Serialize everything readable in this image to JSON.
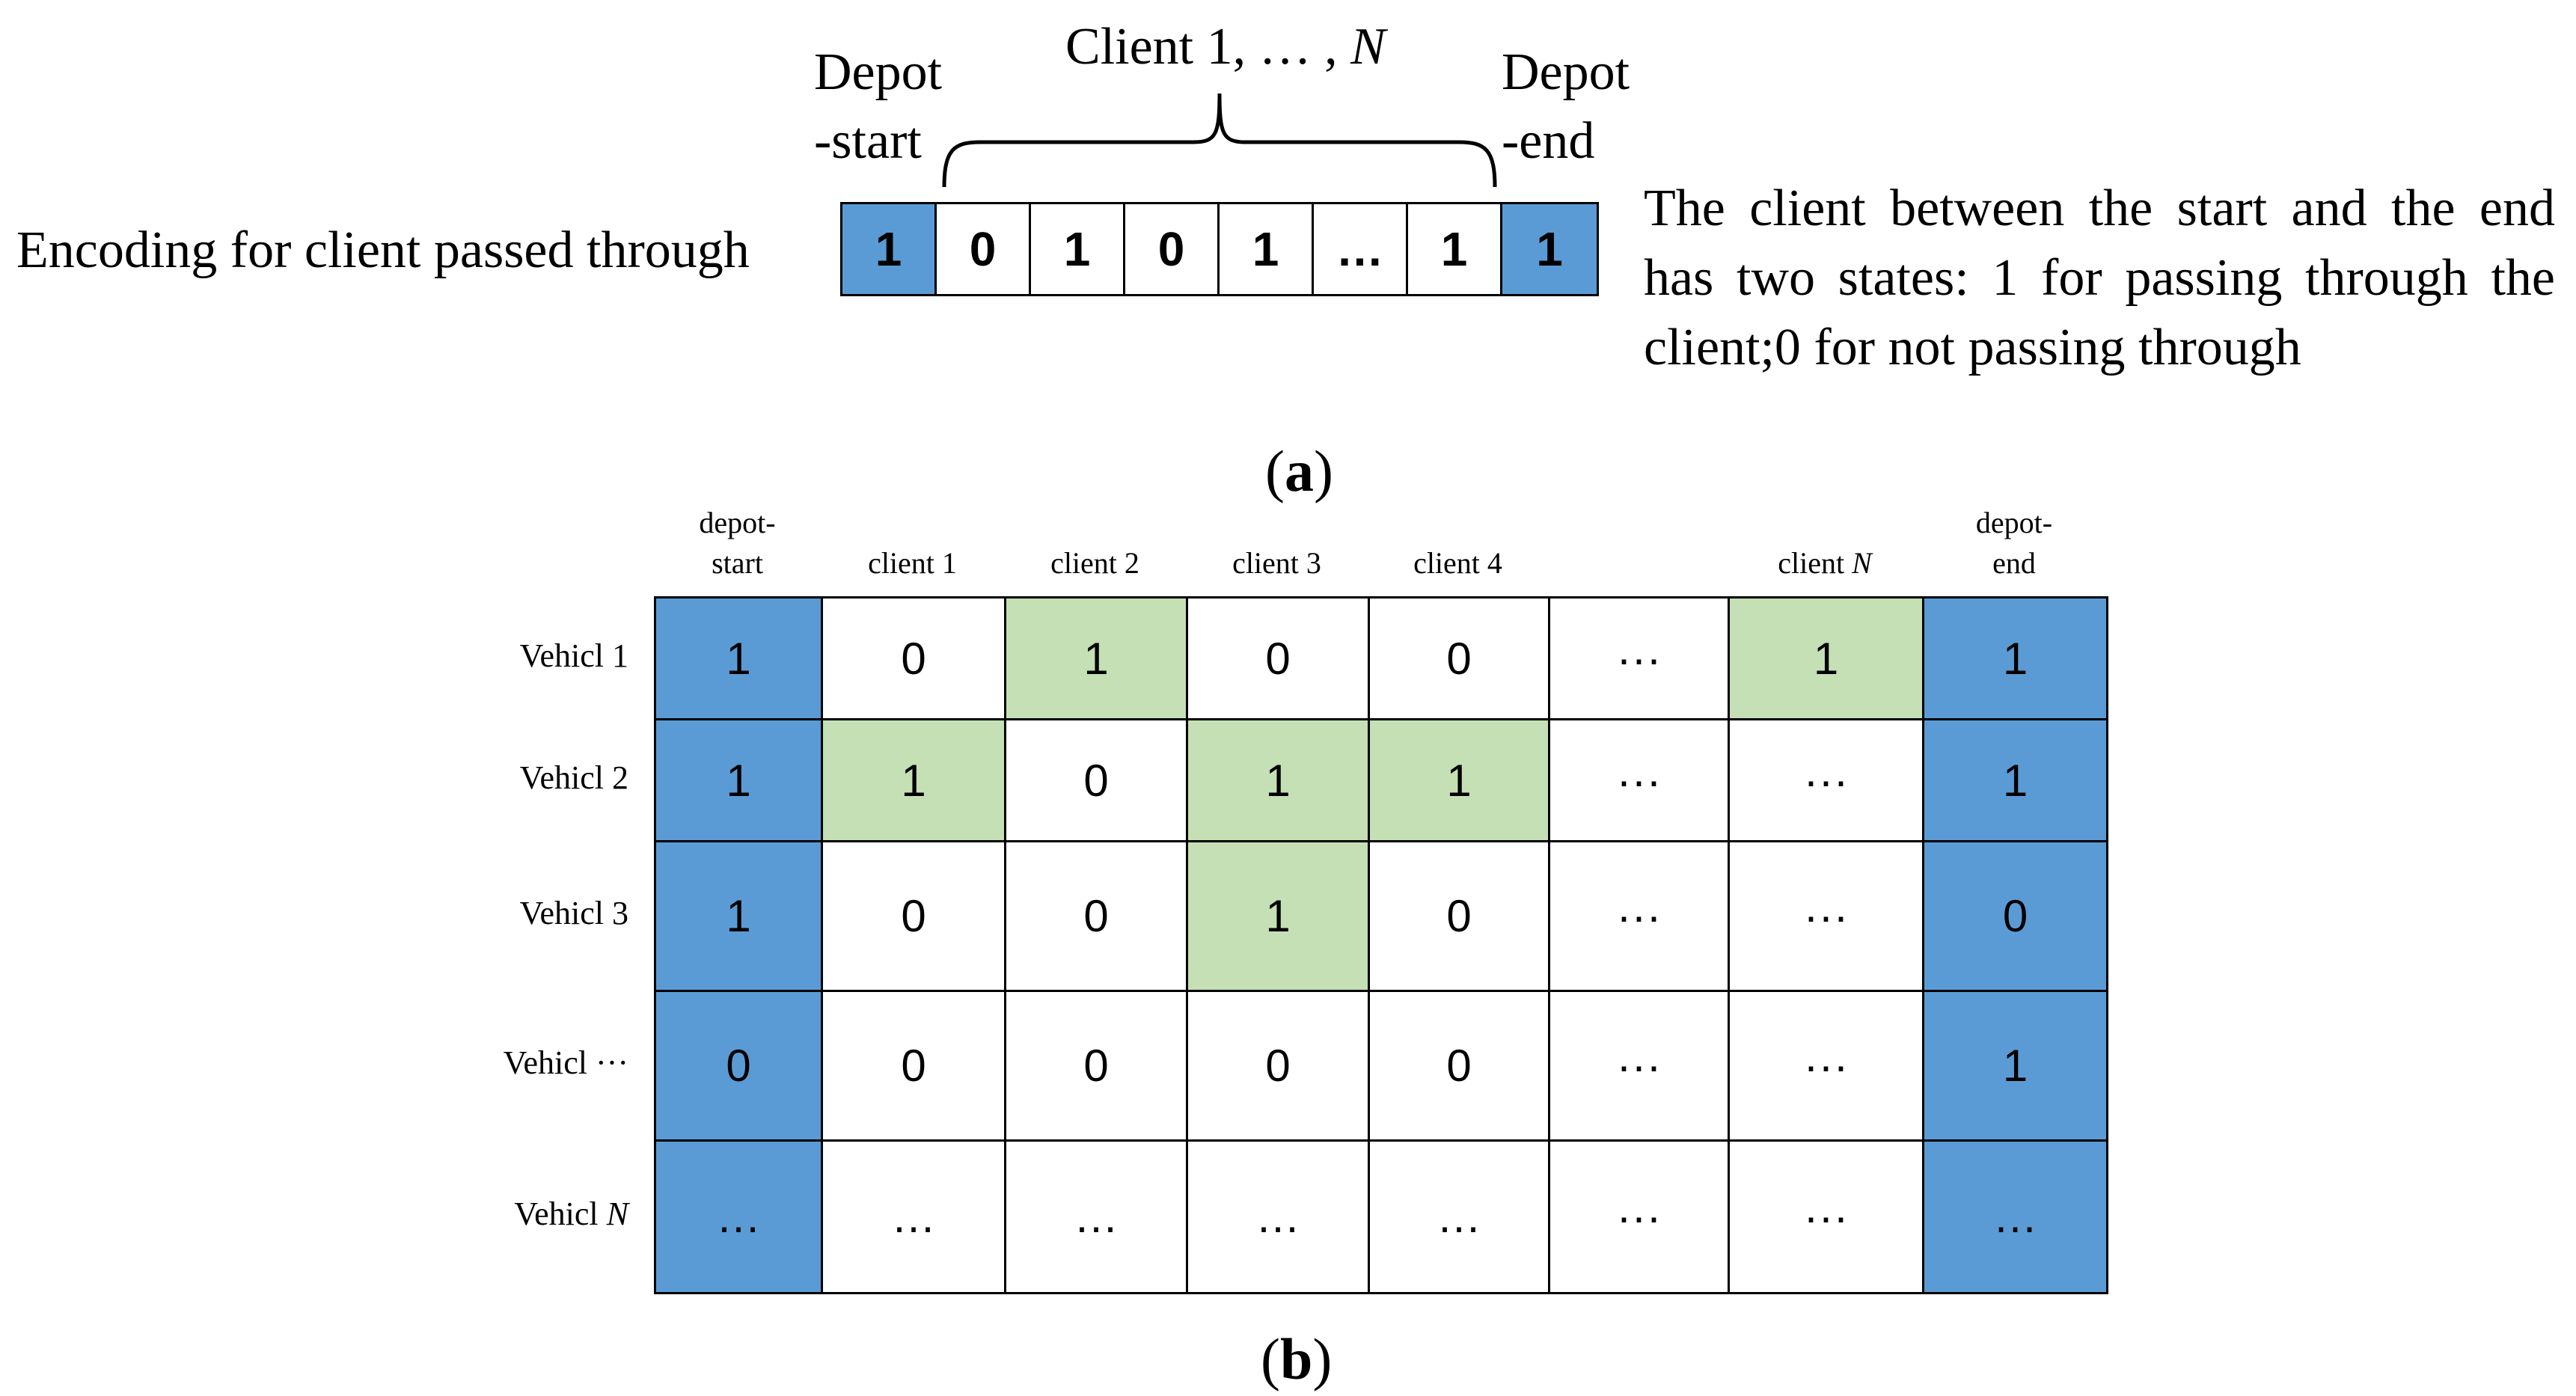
{
  "colors": {
    "depot": "#5b9bd5",
    "passed": "#c5e0b4",
    "empty": "#ffffff",
    "border": "#000000"
  },
  "part_a": {
    "row_label": "Encoding for client passed through",
    "depot_start": [
      "Depot",
      "-start"
    ],
    "depot_end": [
      "Depot",
      "-end"
    ],
    "clients_label": "Client 1, … , ",
    "clients_label_n": "N",
    "cells": [
      {
        "value": "1",
        "type": "depot"
      },
      {
        "value": "0",
        "type": "empty"
      },
      {
        "value": "1",
        "type": "empty"
      },
      {
        "value": "0",
        "type": "empty"
      },
      {
        "value": "1",
        "type": "empty"
      },
      {
        "value": "…",
        "type": "empty"
      },
      {
        "value": "1",
        "type": "empty"
      },
      {
        "value": "1",
        "type": "depot"
      }
    ],
    "description": "The client between the start and the end has two states: 1 for passing through the client;0 for not passing through",
    "caption": "(a)"
  },
  "part_b": {
    "columns": [
      {
        "line1": "depot-",
        "line2": "start"
      },
      {
        "line1": "",
        "line2": "client 1"
      },
      {
        "line1": "",
        "line2": "client 2"
      },
      {
        "line1": "",
        "line2": "client 3"
      },
      {
        "line1": "",
        "line2": "client 4"
      },
      {
        "line1": "",
        "line2": ""
      },
      {
        "line1": "",
        "line2": "client ",
        "italic": "N"
      },
      {
        "line1": "depot-",
        "line2": "end"
      }
    ],
    "rows": [
      {
        "label": "Vehicl 1",
        "label_italic": "",
        "cells": [
          [
            "1",
            "depot"
          ],
          [
            "0",
            "empty"
          ],
          [
            "1",
            "passed"
          ],
          [
            "0",
            "empty"
          ],
          [
            "0",
            "empty"
          ],
          [
            "···",
            "empty"
          ],
          [
            "1",
            "passed"
          ],
          [
            "1",
            "depot"
          ]
        ]
      },
      {
        "label": "Vehicl 2",
        "label_italic": "",
        "cells": [
          [
            "1",
            "depot"
          ],
          [
            "1",
            "passed"
          ],
          [
            "0",
            "empty"
          ],
          [
            "1",
            "passed"
          ],
          [
            "1",
            "passed"
          ],
          [
            "···",
            "empty"
          ],
          [
            "···",
            "empty"
          ],
          [
            "1",
            "depot"
          ]
        ]
      },
      {
        "label": "Vehicl 3",
        "label_italic": "",
        "cells": [
          [
            "1",
            "depot"
          ],
          [
            "0",
            "empty"
          ],
          [
            "0",
            "empty"
          ],
          [
            "1",
            "passed"
          ],
          [
            "0",
            "empty"
          ],
          [
            "···",
            "empty"
          ],
          [
            "···",
            "empty"
          ],
          [
            "0",
            "depot"
          ]
        ]
      },
      {
        "label": "Vehicl ···",
        "label_italic": "",
        "cells": [
          [
            "0",
            "depot"
          ],
          [
            "0",
            "empty"
          ],
          [
            "0",
            "empty"
          ],
          [
            "0",
            "empty"
          ],
          [
            "0",
            "empty"
          ],
          [
            "···",
            "empty"
          ],
          [
            "···",
            "empty"
          ],
          [
            "1",
            "depot"
          ]
        ]
      },
      {
        "label": "Vehicl ",
        "label_italic": "N",
        "cells": [
          [
            "…",
            "depot"
          ],
          [
            "…",
            "empty"
          ],
          [
            "…",
            "empty"
          ],
          [
            "…",
            "empty"
          ],
          [
            "…",
            "empty"
          ],
          [
            "···",
            "empty"
          ],
          [
            "···",
            "empty"
          ],
          [
            "…",
            "depot"
          ]
        ]
      }
    ],
    "caption": "(b)"
  }
}
